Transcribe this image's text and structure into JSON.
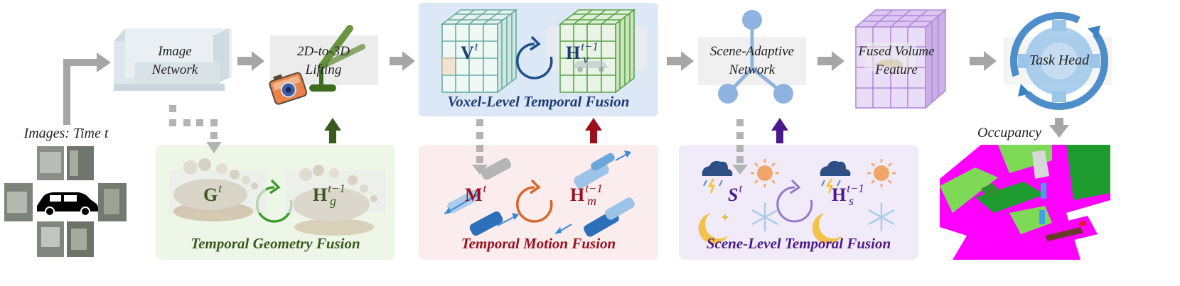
{
  "input": {
    "label": "Images: Time t"
  },
  "modules": {
    "image_network": {
      "line1": "Image",
      "line2": "Network"
    },
    "lifting": {
      "line1": "2D-to-3D",
      "line2": "Lifting"
    },
    "scene_adaptive": {
      "line1": "Scene-Adaptive",
      "line2": "Network"
    },
    "fused_volume": {
      "line1": "Fused Volume",
      "line2": "Feature"
    },
    "task_head": {
      "label": "Task Head"
    },
    "occupancy": {
      "label": "Occupancy"
    }
  },
  "voxel_panel": {
    "title": "Voxel-Level Temporal Fusion",
    "current": {
      "sym": "V",
      "sup": "t"
    },
    "history": {
      "sym": "H",
      "sup": "t−1",
      "sub": "v"
    }
  },
  "geometry_panel": {
    "title": "Temporal Geometry Fusion",
    "current": {
      "sym": "G",
      "sup": "t"
    },
    "history": {
      "sym": "H",
      "sup": "t−1",
      "sub": "g"
    }
  },
  "motion_panel": {
    "title": "Temporal Motion Fusion",
    "current": {
      "sym": "M",
      "sup": "t"
    },
    "history": {
      "sym": "H",
      "sup": "t−1",
      "sub": "m"
    }
  },
  "scene_panel": {
    "title": "Scene-Level Temporal Fusion",
    "current": {
      "sym": "S",
      "sup": "t"
    },
    "history": {
      "sym": "H",
      "sup": "t−1",
      "sub": "s"
    }
  },
  "colors": {
    "arrow_gray": "#a6a6a6",
    "geometry_green": "#3a5a1f",
    "motion_red": "#9b0f1f",
    "scene_purple": "#4a1a8c",
    "voxel_blue_bg": "#dce8f5",
    "geometry_bg": "#eef6e8",
    "motion_bg": "#fbeded",
    "scene_bg": "#f1eaf8",
    "occ_magenta": "#ff00ff",
    "occ_green": "#7ed957"
  }
}
